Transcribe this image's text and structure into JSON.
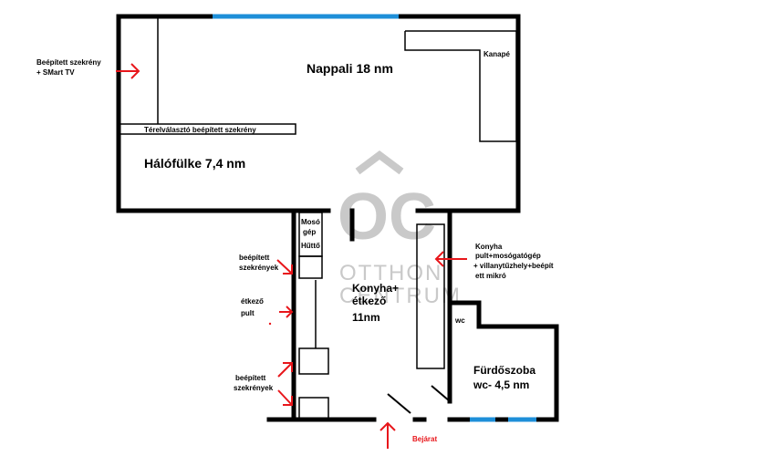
{
  "rooms": {
    "nappali": "Nappali 18 nm",
    "halofulke": "Hálófülke 7,4 nm",
    "konyha_line1": "Konyha+",
    "konyha_line2": "étkező",
    "konyha_line3": "11nm",
    "furdo_line1": "Fürdőszoba",
    "furdo_line2": "wc- 4,5 nm",
    "wc": "wc"
  },
  "labels": {
    "kanape": "Kanapé",
    "terelvalaszto": "Térelválasztó beépített szekrény",
    "moso_line1": "Mosó",
    "moso_line2": "gép",
    "hutto": "Hűttő",
    "bejarat": "Bejárat"
  },
  "annotations": {
    "beepitett_tv_line1": "Beépített szekrény",
    "beepitett_tv_line2": "+ SMart TV",
    "beepitett1_line1": "beépített",
    "beepitett1_line2": "szekrények",
    "etkezo_line1": "étkező",
    "etkezo_line2": "pult",
    "beepitett2_line1": "beépített",
    "beepitett2_line2": "szekrények",
    "konyha_line1": "Konyha",
    "konyha_line2": "pult+mosógatógép",
    "konyha_line3": "+ villanytűzhely+beépít",
    "konyha_line4": "ett mikró"
  },
  "watermark": {
    "logo_letters": "OC",
    "line1": "OTTHON",
    "line2": "CENTRUM"
  },
  "colors": {
    "wall": "#000000",
    "window": "#1e8fd8",
    "arrow": "#e8161b",
    "watermark": "#c9c9c9"
  }
}
